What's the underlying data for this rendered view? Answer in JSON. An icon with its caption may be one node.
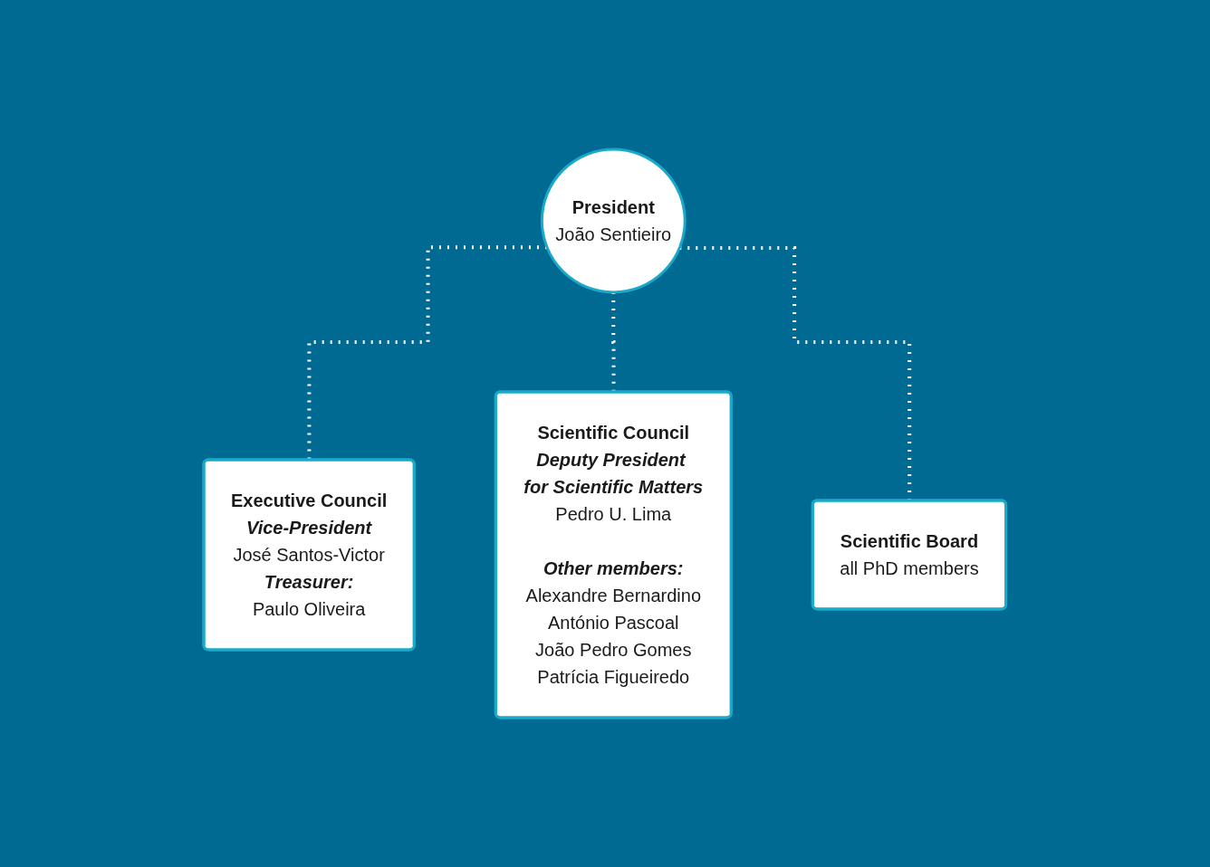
{
  "diagram": {
    "nodes": [
      {
        "text": [
          "President",
          "João Sentieiro"
        ]
      },
      {
        "text": [
          "Executive Council",
          "Vice-President",
          "José Santos-Victor",
          "Treasurer:",
          "Paulo Oliveira"
        ]
      },
      {
        "text": [
          "Scientific Council",
          "Deputy President for Scientific Matters",
          "Pedro U. Lima",
          "Other members:",
          "Alexandre Bernardino",
          "António Pascoal",
          "João Pedro Gomes",
          "Patrícia Figueiredo"
        ]
      },
      {
        "text": [
          "Scientific Board",
          "all PhD members"
        ]
      }
    ],
    "edges": [
      {
        "from": 0,
        "to": 1,
        "arrow": "none",
        "style": "dashed",
        "color": "#ffffff"
      },
      {
        "from": 0,
        "to": 2,
        "arrow": "none",
        "style": "dashed",
        "color": "#ffffff"
      },
      {
        "from": 0,
        "to": 3,
        "arrow": "none",
        "style": "dashed",
        "color": "#ffffff"
      }
    ]
  }
}
